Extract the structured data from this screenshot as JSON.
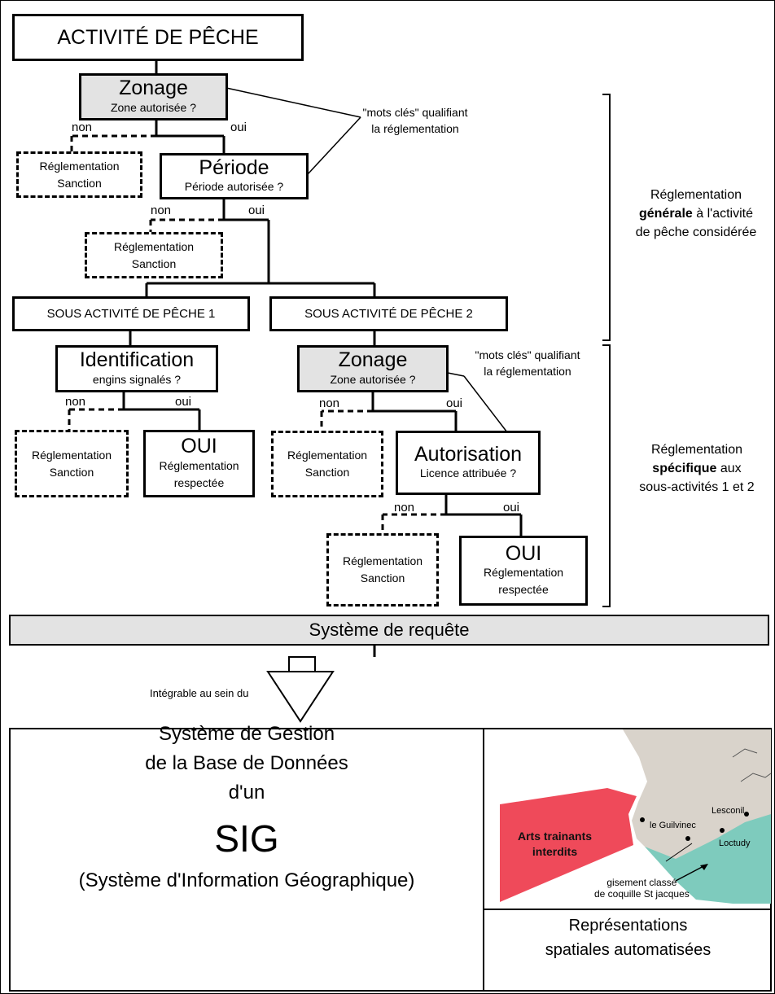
{
  "activity": "ACTIVITÉ DE PÊCHE",
  "zonage1": {
    "title": "Zonage",
    "question": "Zone autorisée ?"
  },
  "periode": {
    "title": "Période",
    "question": "Période autorisée ?"
  },
  "sous1": "SOUS ACTIVITÉ DE PÊCHE 1",
  "sous2": "SOUS ACTIVITÉ DE PÊCHE 2",
  "identification": {
    "title": "Identification",
    "question": "engins signalés ?"
  },
  "zonage2": {
    "title": "Zonage",
    "question": "Zone autorisée ?"
  },
  "autorisation": {
    "title": "Autorisation",
    "question": "Licence attribuée ?"
  },
  "sanction": {
    "line1": "Réglementation",
    "line2": "Sanction"
  },
  "oui_box": {
    "title": "OUI",
    "line1": "Réglementation",
    "line2": "respectée"
  },
  "labels": {
    "non": "non",
    "oui": "oui"
  },
  "keywords": {
    "line1": "\"mots clés\" qualifiant",
    "line2": "la réglementation"
  },
  "side1": {
    "line1": "Réglementation",
    "bold": "générale",
    "line2_rest": " à l'activité",
    "line3": "de pêche considérée"
  },
  "side2": {
    "line1": "Réglementation",
    "bold": "spécifique",
    "line2_rest": " aux",
    "line3": "sous-activités 1 et 2"
  },
  "query": "Système de requête",
  "integrable": "Intégrable au sein du",
  "sgbd": {
    "line1": "Système de Gestion",
    "line2": "de la Base de Données",
    "line3": "d'un",
    "sig": "SIG",
    "line4": "(Système d'Information Géographique)"
  },
  "map": {
    "zone_line1": "Arts trainants",
    "zone_line2": "interdits",
    "towns": [
      "Lesconil",
      "le Guilvinec",
      "Loctudy"
    ],
    "gisement_line1": "gisement classé",
    "gisement_line2": "de coquille St jacques",
    "colors": {
      "land": "#d9d3cb",
      "forbidden": "#ef4a5a",
      "gisement": "#7ecbbd"
    }
  },
  "representations": {
    "line1": "Représentations",
    "line2": "spatiales automatisées"
  }
}
